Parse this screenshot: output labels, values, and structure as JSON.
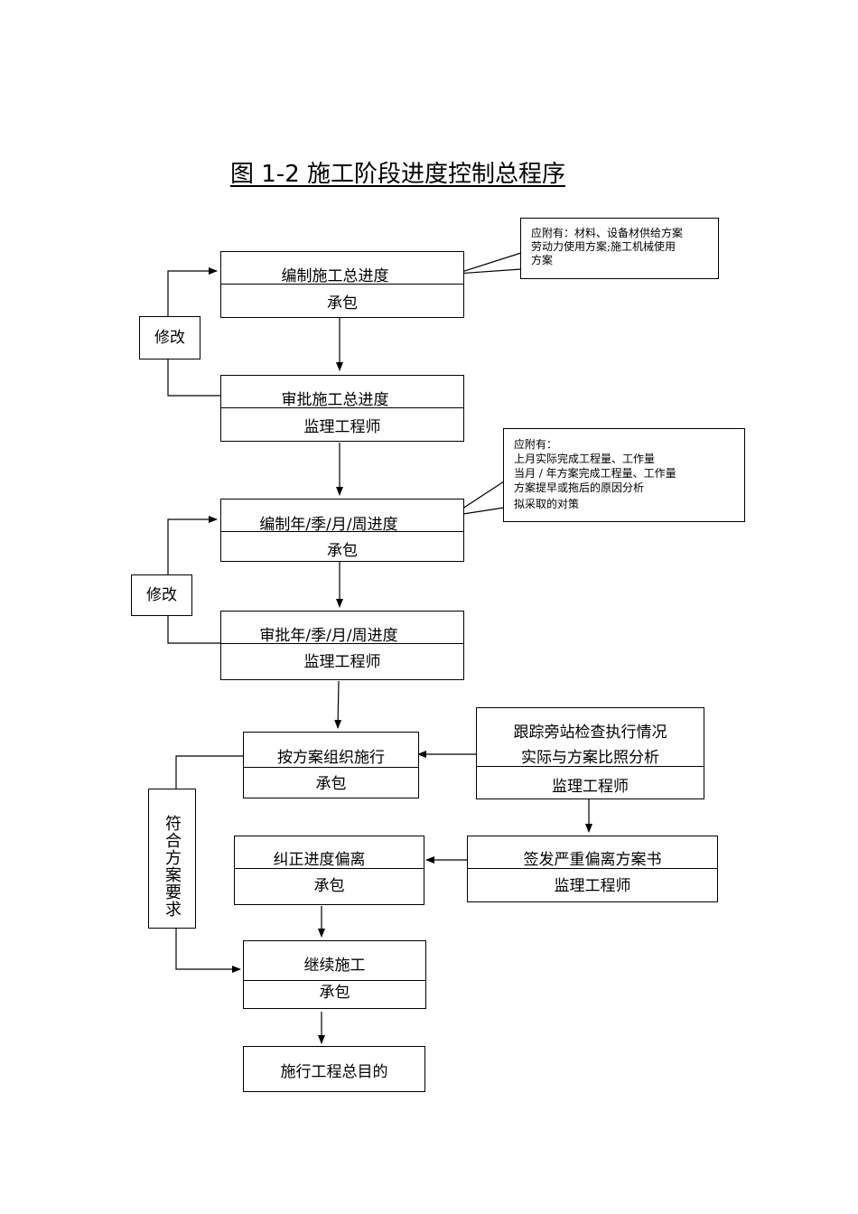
{
  "title": "图 1-2  施工阶段进度控制总程序",
  "steps": {
    "s1": {
      "title": "编制施工总进度",
      "role": "承包"
    },
    "s2": {
      "title": "审批施工总进度",
      "role": "监理工程师"
    },
    "s3": {
      "title": "编制年/季/月/周进度",
      "role": "承包"
    },
    "s4": {
      "title": "审批年/季/月/周进度",
      "role": "监理工程师"
    },
    "s5": {
      "title": "按方案组织施行",
      "role": "承包"
    },
    "s6": {
      "line1": "跟踪旁站检查执行情况",
      "line2": "实际与方案比照分析",
      "role": "监理工程师"
    },
    "s7": {
      "title": "签发严重偏离方案书",
      "role": "监理工程师"
    },
    "s8": {
      "title": "纠正进度偏离",
      "role": "承包"
    },
    "s9": {
      "title": "继续施工",
      "role": "承包"
    },
    "s10": {
      "title": "施行工程总目的"
    }
  },
  "revise1": "修改",
  "revise2": "修改",
  "meets": "符合方案要求",
  "note1": {
    "l1": "应附有：材料、设备材供给方案",
    "l2": "劳动力使用方案;施工机械使用",
    "l3": "方案"
  },
  "note2": {
    "l1": "应附有：",
    "l2": "上月实际完成工程量、工作量",
    "l3": "当月 / 年方案完成工程量、工作量",
    "l4": "方案提早或拖后的原因分析",
    "l5": "拟采取的对策"
  }
}
